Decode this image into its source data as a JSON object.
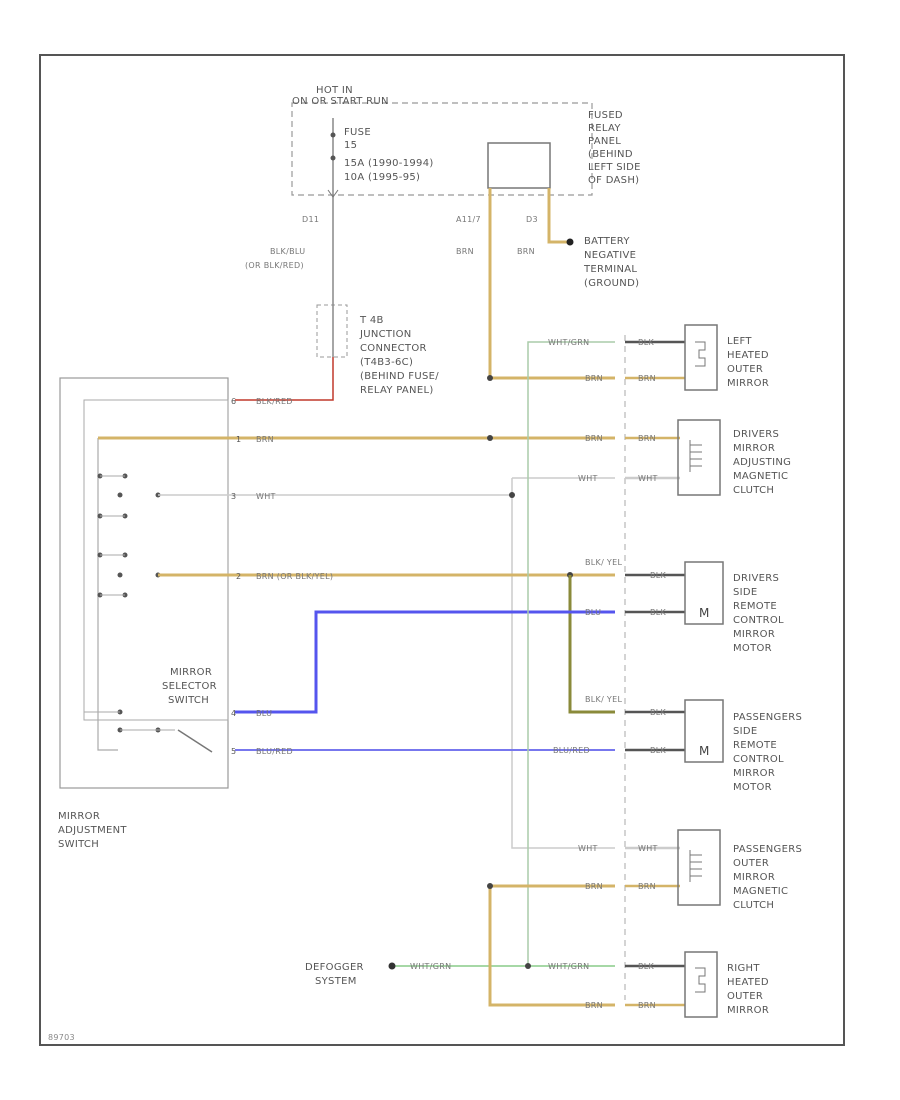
{
  "labels": {
    "hot_in": [
      "HOT IN",
      "ON OR START RUN"
    ],
    "fuse": [
      "FUSE",
      "15",
      "15A  (1990-1994)",
      "10A  (1995-95)"
    ],
    "fused_relay": [
      "FUSED",
      "RELAY",
      "PANEL",
      "(BEHIND",
      "LEFT SIDE",
      "OF DASH)"
    ],
    "battery": [
      "BATTERY",
      "NEGATIVE",
      "TERMINAL",
      "(GROUND)"
    ],
    "junction": [
      "T 4B",
      "JUNCTION",
      "CONNECTOR",
      "(T4B3-6C)",
      "(BEHIND FUSE/",
      "RELAY PANEL)"
    ],
    "wire_blk_red": [
      "BLK/BLU",
      "(OR BLK/RED)"
    ],
    "left_mirror": [
      "LEFT",
      "HEATED",
      "OUTER",
      "MIRROR"
    ],
    "drivers_clutch": [
      "DRIVERS",
      "MIRROR",
      "ADJUSTING",
      "MAGNETIC",
      "CLUTCH"
    ],
    "drivers_motor": [
      "DRIVERS",
      "SIDE",
      "REMOTE",
      "CONTROL",
      "MIRROR",
      "MOTOR"
    ],
    "pass_motor": [
      "PASSENGERS",
      "SIDE",
      "REMOTE",
      "CONTROL",
      "MIRROR",
      "MOTOR"
    ],
    "pass_clutch": [
      "PASSENGERS",
      "OUTER",
      "MIRROR",
      "MAGNETIC",
      "CLUTCH"
    ],
    "right_mirror": [
      "RIGHT",
      "HEATED",
      "OUTER",
      "MIRROR"
    ],
    "defogger": [
      "DEFOGGER",
      "SYSTEM"
    ],
    "selector": [
      "MIRROR",
      "SELECTOR",
      "SWITCH"
    ],
    "adj_switch": [
      "MIRROR",
      "ADJUSTMENT",
      "SWITCH"
    ],
    "wires": {
      "d11": "D11",
      "a11": "A11/7",
      "d3": "D3",
      "brn": "BRN",
      "blk_red": "BLK/RED",
      "wht": "WHT",
      "brn_or_blk": "BRN (OR BLK/YEL)",
      "blu": "BLU",
      "blu_red": "BLU/RED",
      "wht_grn": "WHT/GRN",
      "blk": "BLK",
      "blk_yel": "BLK/ YEL"
    },
    "pins": {
      "p1": "1",
      "p2": "2",
      "p3": "3",
      "p4": "4",
      "p5": "5",
      "p6": "6"
    },
    "footer": "89703"
  }
}
